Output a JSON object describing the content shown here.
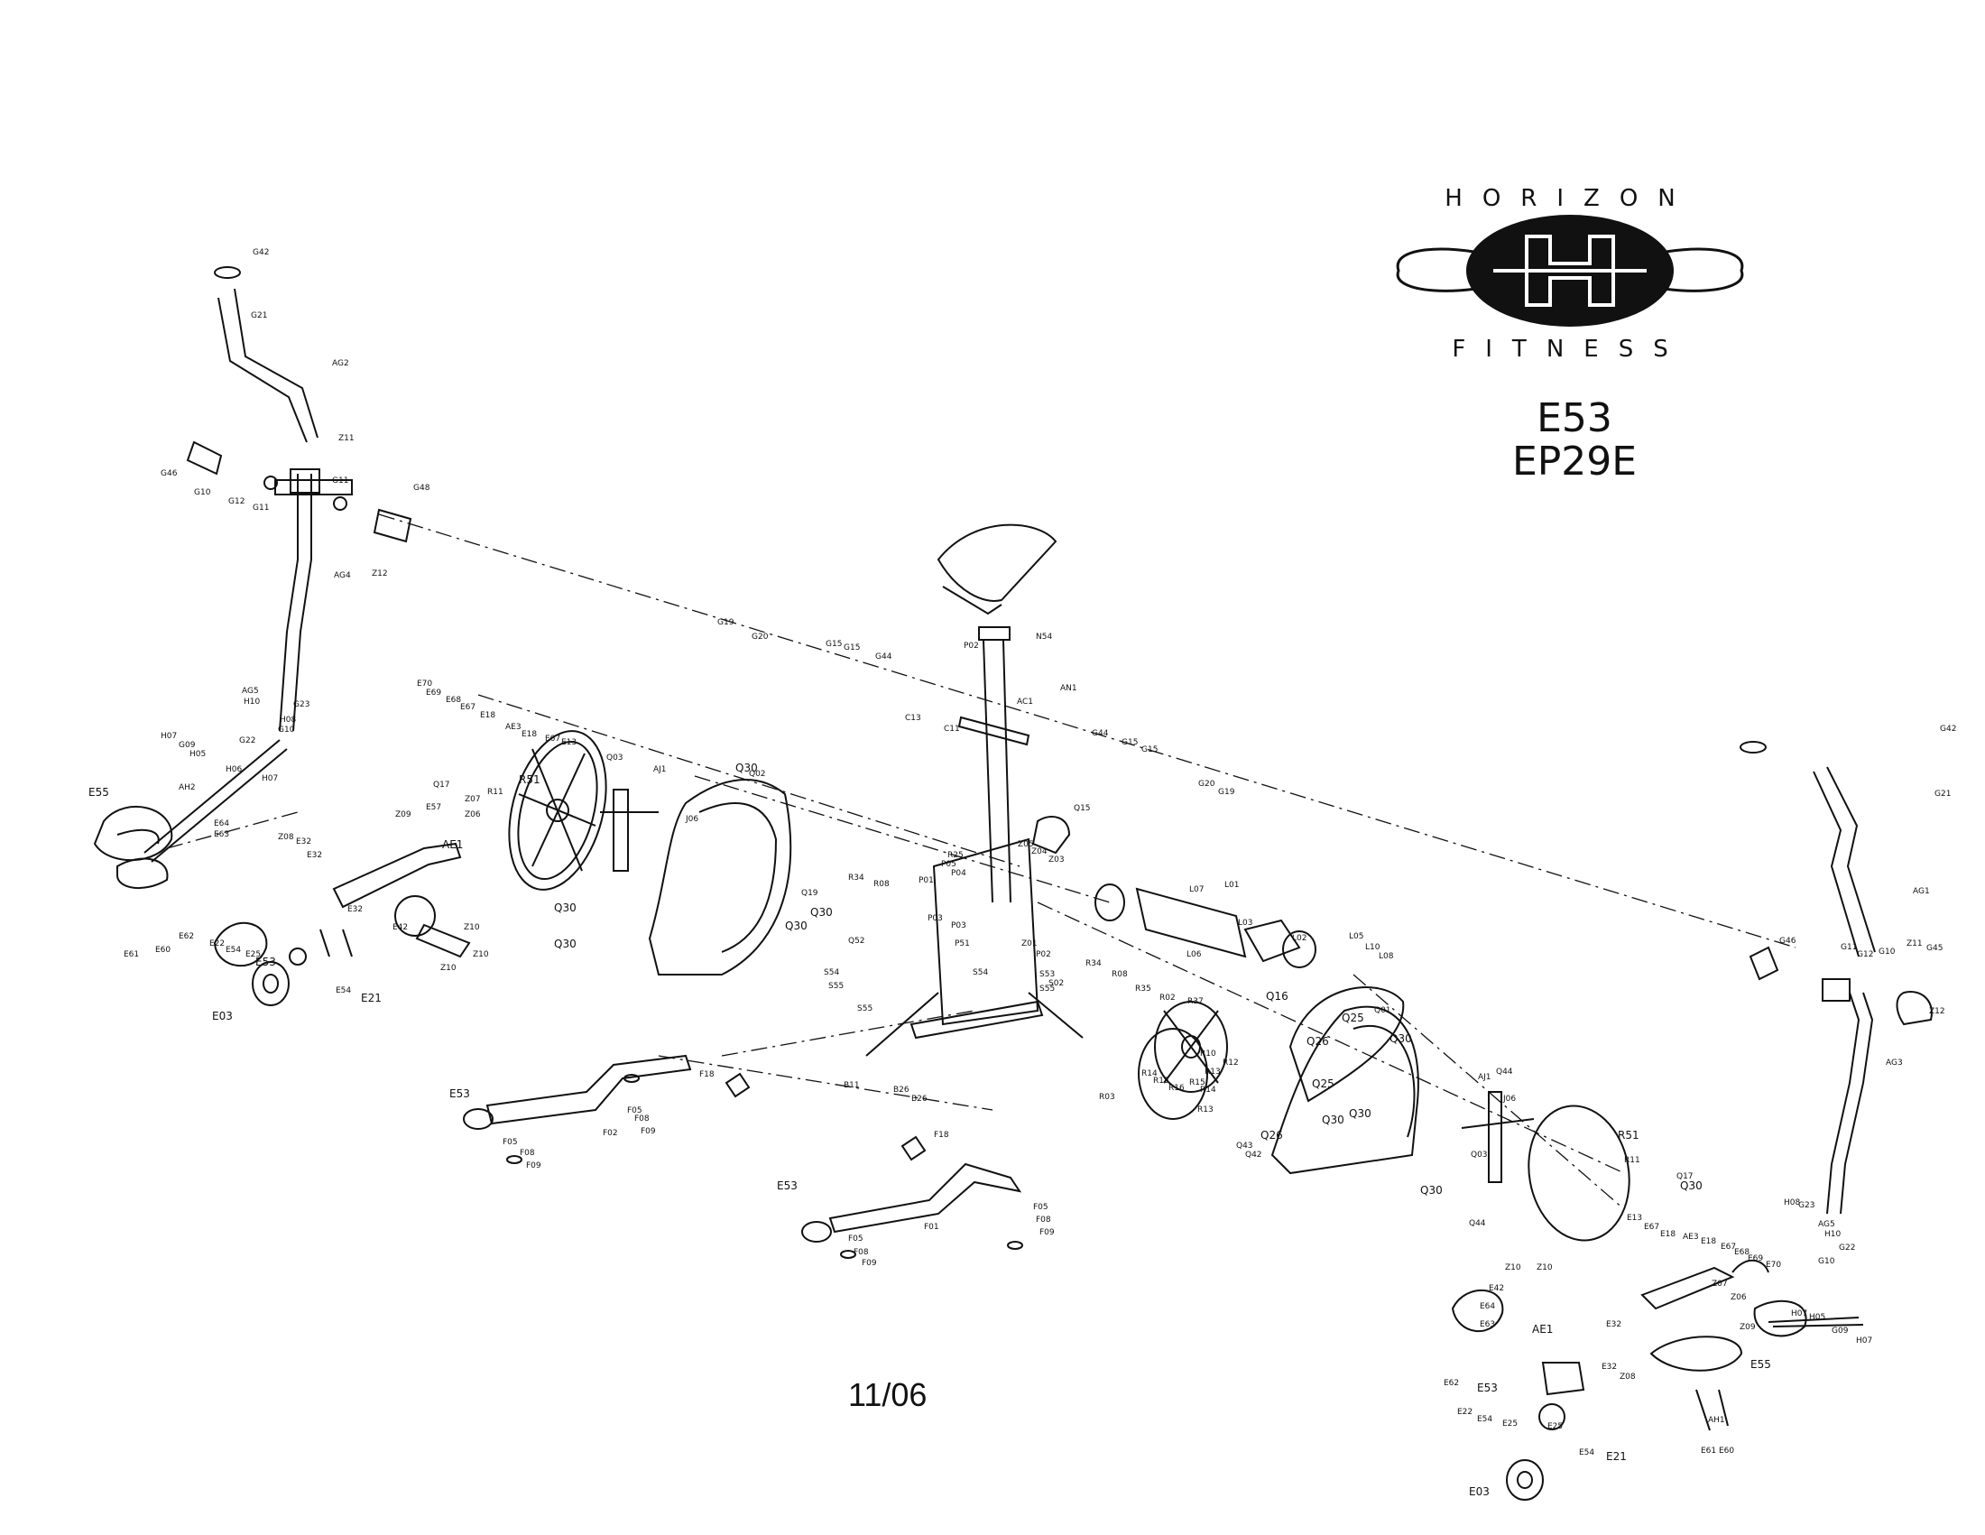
{
  "brand": {
    "top_word": "HORIZON",
    "bottom_word": "FITNESS",
    "letter": "H"
  },
  "models": [
    "E53",
    "EP29E"
  ],
  "date": "11/06",
  "labels_left_arm": [
    "G42",
    "G21",
    "AG2",
    "Z11",
    "G46",
    "G10",
    "G12",
    "G11",
    "G11",
    "G48",
    "Z12",
    "AG4"
  ],
  "labels_left_pedal": [
    "AG5",
    "H10",
    "G23",
    "H08",
    "G10",
    "G22",
    "H07",
    "G09",
    "H05",
    "H06",
    "H07",
    "AH2",
    "E55",
    "E32",
    "E64",
    "E63",
    "E61",
    "E60",
    "E62",
    "E22",
    "E54",
    "E25",
    "E53",
    "E54",
    "E21",
    "E03"
  ],
  "labels_left_link": [
    "Z09",
    "E57",
    "Z07",
    "Z06",
    "Z08",
    "E32",
    "AE1",
    "E32",
    "E42",
    "Z10",
    "Z10",
    "Z10"
  ],
  "labels_flywheel": [
    "E70",
    "E69",
    "E68",
    "E67",
    "E18",
    "AE3",
    "E18",
    "E67",
    "E13",
    "Q03",
    "AJ1",
    "Q17",
    "R11",
    "R51",
    "J06",
    "Q30",
    "Q02",
    "Q30",
    "Q30"
  ],
  "labels_center": [
    "G19",
    "G20",
    "G15",
    "G15",
    "G44",
    "P02",
    "N54",
    "AC1",
    "C13",
    "C11",
    "AN1",
    "G44",
    "G15",
    "G15",
    "G20",
    "G19",
    "Q15",
    "Z05",
    "Z04",
    "Z03",
    "R25",
    "P05",
    "P04",
    "P01",
    "P03",
    "P03",
    "P51",
    "Z01",
    "P02",
    "R34",
    "R08",
    "Q19",
    "Q30",
    "Q30",
    "Q52",
    "S54",
    "S55",
    "S55",
    "S54",
    "S53",
    "S02",
    "S55",
    "S54"
  ],
  "labels_right_center": [
    "L07",
    "L01",
    "L03",
    "L02",
    "L05",
    "L10",
    "L08",
    "L06",
    "R34",
    "R08",
    "R35",
    "R02",
    "R37",
    "R10",
    "R12",
    "R13",
    "R14",
    "R15",
    "R16",
    "R15",
    "R14",
    "R13",
    "R03",
    "Q16",
    "Q25",
    "Q26",
    "Q25",
    "Q26",
    "Q43",
    "Q42",
    "Q01",
    "Q30",
    "Q30",
    "Q30",
    "Q44",
    "J06",
    "AJ1",
    "Q03",
    "R51",
    "R11",
    "Q17",
    "Q30",
    "Q44",
    "Q30"
  ],
  "labels_bottom_frame": [
    "E53",
    "F02",
    "F05",
    "F08",
    "F09",
    "F05",
    "F08",
    "F09",
    "F18",
    "E53",
    "F01",
    "F05",
    "F08",
    "F09",
    "F05",
    "F08",
    "F09",
    "F18",
    "B11",
    "B26",
    "B26"
  ],
  "labels_right_arm": [
    "G42",
    "G21",
    "AG1",
    "Z11",
    "G46",
    "G11",
    "G12",
    "G10",
    "G45",
    "Z12",
    "AG3",
    "H08",
    "G23",
    "AG5",
    "H10",
    "G10",
    "G22"
  ],
  "labels_right_pedal": [
    "E13",
    "E67",
    "E18",
    "AE3",
    "E18",
    "E67",
    "E68",
    "E69",
    "E70",
    "Z10",
    "Z10",
    "E42",
    "Z07",
    "Z06",
    "Z09",
    "H07",
    "H05",
    "G09",
    "H07",
    "E64",
    "E63",
    "E62",
    "E53",
    "AE1",
    "E32",
    "E32",
    "Z08",
    "E55",
    "AH1",
    "E61",
    "E60",
    "E22",
    "E54",
    "E25",
    "E25",
    "E54",
    "E21",
    "E03"
  ]
}
